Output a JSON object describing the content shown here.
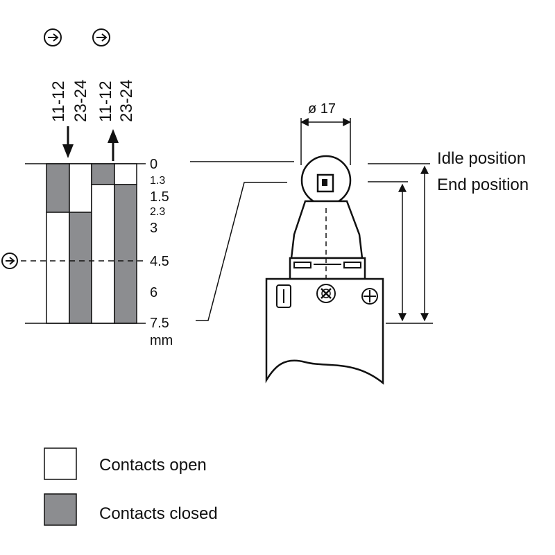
{
  "colors": {
    "closed": "#8c8d90",
    "open": "#ffffff",
    "ink": "#111111"
  },
  "columns": [
    {
      "label": "11-12",
      "direction": "down"
    },
    {
      "label": "23-24",
      "direction": ""
    },
    {
      "label": "11-12",
      "direction": "up"
    },
    {
      "label": "23-24",
      "direction": ""
    }
  ],
  "travel": {
    "ticks": [
      "0",
      "1.3",
      "1.5",
      "2.3",
      "3",
      "4.5",
      "6",
      "7.5"
    ],
    "unit": "mm"
  },
  "contact_states": [
    {
      "column": "11-12",
      "closed_from": 0,
      "closed_to": 2.3
    },
    {
      "column": "23-24",
      "closed_from": 2.3,
      "closed_to": 7.5
    },
    {
      "column": "11-12",
      "closed_from": 0,
      "closed_to": 1.0
    },
    {
      "column": "23-24",
      "closed_from": 1.0,
      "closed_to": 7.5
    }
  ],
  "dimension": {
    "diameter_label": "ø 17"
  },
  "positions": {
    "idle": "Idle position",
    "end": "End position"
  },
  "legend": {
    "open": "Contacts open",
    "closed": "Contacts closed"
  },
  "icons": {
    "positive_opening": "circle-arrow-icon"
  }
}
